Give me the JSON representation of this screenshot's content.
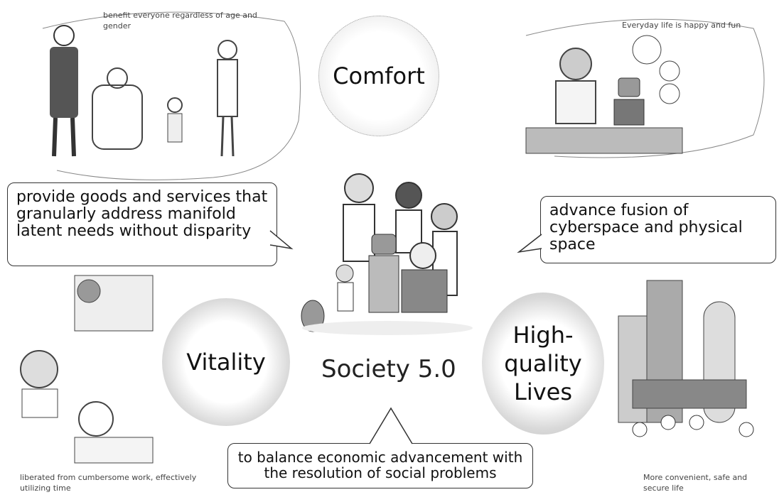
{
  "captions": {
    "top_left": "benefit everyone regardless of age and gender",
    "top_right": "Everyday life is happy and fun",
    "bottom_left": "liberated from cumbersome work, effectively utilizing time",
    "bottom_right": "More convenient, safe and secure life"
  },
  "values": {
    "comfort": "Comfort",
    "vitality": "Vitality",
    "high_quality": "High-quality Lives"
  },
  "center_label": "Society 5.0",
  "callouts": {
    "left": "provide goods and services that granularly address manifold latent needs without disparity",
    "right": "advance fusion of cyberspace and physical space",
    "bottom": "to balance economic advancement with the resolution of social problems"
  }
}
